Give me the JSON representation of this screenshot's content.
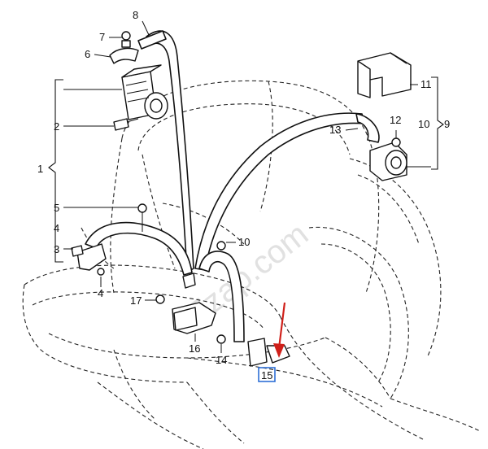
{
  "callouts": {
    "c1": "1",
    "c2": "2",
    "c3": "3",
    "c4a": "4",
    "c4b": "4",
    "c5": "5",
    "c6": "6",
    "c7": "7",
    "c8": "8",
    "c9": "9",
    "c10a": "10",
    "c10b": "10",
    "c11": "11",
    "c12": "12",
    "c13": "13",
    "c14": "14",
    "c15": "15",
    "c16": "16",
    "c17": "17"
  },
  "watermark": "7zap.com",
  "colors": {
    "line": "#111111",
    "highlight_arrow": "#d0201a",
    "highlight_box": "#2e6fd6",
    "watermark": "#bdbdbd"
  }
}
